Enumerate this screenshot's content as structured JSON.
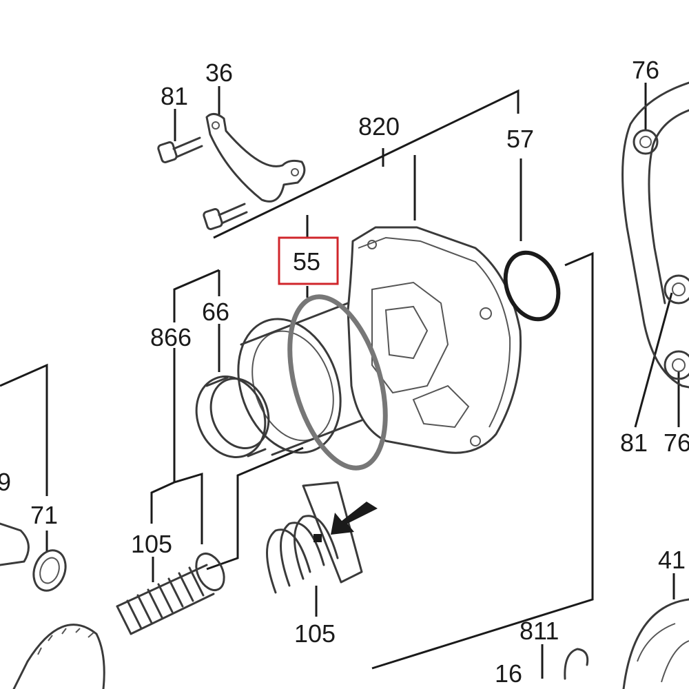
{
  "diagram": {
    "labels": {
      "l36": "36",
      "l81a": "81",
      "l820": "820",
      "l57": "57",
      "l76a": "76",
      "l55": "55",
      "l66": "66",
      "l866": "866",
      "l9": "9",
      "l71": "71",
      "l105a": "105",
      "l105b": "105",
      "l81b": "81",
      "l76b": "76",
      "l41": "41",
      "l811": "811",
      "l16": "16"
    },
    "highlight_color": "#d0262b"
  }
}
